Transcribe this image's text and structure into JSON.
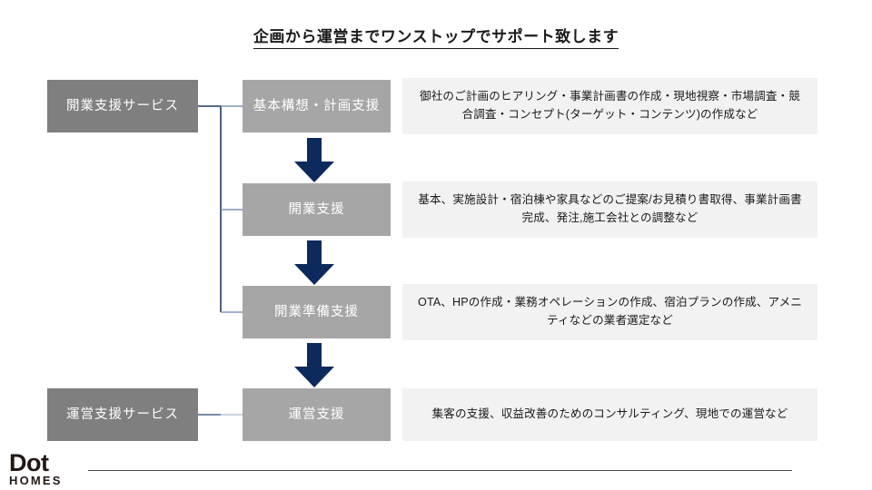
{
  "slide": {
    "title": "企画から運営までワンストップでサポート致します",
    "accent_navy": "#0d2a5c",
    "service_box_color": "#7f7f7f",
    "phase_box_color": "#a6a6a6",
    "desc_panel_color": "#f2f2f2",
    "connector_color": "#1f3864",
    "connector_light_color": "#7f96b8"
  },
  "services": [
    {
      "label": "開業支援サービス"
    },
    {
      "label": "運営支援サービス"
    }
  ],
  "phases": [
    {
      "label": "基本構想・計画支援",
      "description": "御社のご計画のヒアリング・事業計画書の作成・現地視察・市場調査・競合調査・コンセプト(ターゲット・コンテンツ)の作成など"
    },
    {
      "label": "開業支援",
      "description": "基本、実施設計・宿泊棟や家具などのご提案/お見積り書取得、事業計画書完成、発注,施工会社との調整など"
    },
    {
      "label": "開業準備支援",
      "description": "OTA、HPの作成・業務オペレーションの作成、宿泊プランの作成、アメニティなどの業者選定など"
    },
    {
      "label": "運営支援",
      "description": "集客の支援、収益改善のためのコンサルティング、現地での運営など"
    }
  ],
  "arrows": [
    {
      "name": "arrow-1-2"
    },
    {
      "name": "arrow-2-3"
    },
    {
      "name": "arrow-3-4"
    }
  ],
  "logo": {
    "main": "Dot",
    "sub": "HOMES"
  }
}
